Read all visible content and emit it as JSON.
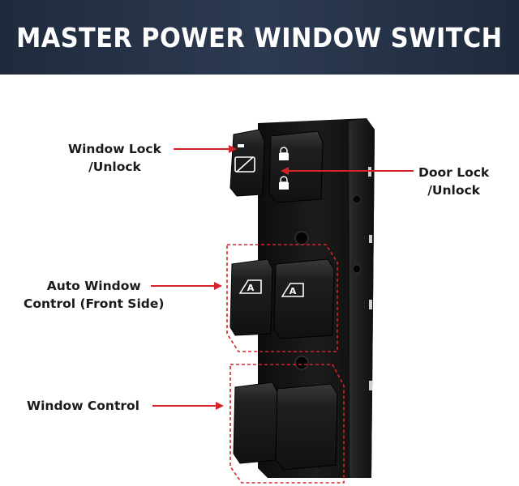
{
  "banner": {
    "title": "MASTER POWER WINDOW SWITCH"
  },
  "callouts": {
    "window_lock": {
      "line1": "Window Lock",
      "line2": "/Unlock"
    },
    "door_lock": {
      "line1": "Door Lock",
      "line2": "/Unlock"
    },
    "auto_window": {
      "line1": "Auto Window",
      "line2": "Control (Front Side)"
    },
    "window_control": {
      "line1": "Window Control"
    }
  },
  "button_labels": {
    "auto_left": "A",
    "auto_right": "A"
  },
  "colors": {
    "banner": "#253247",
    "accent_red": "#d6232a",
    "switch_body": "#141414"
  }
}
